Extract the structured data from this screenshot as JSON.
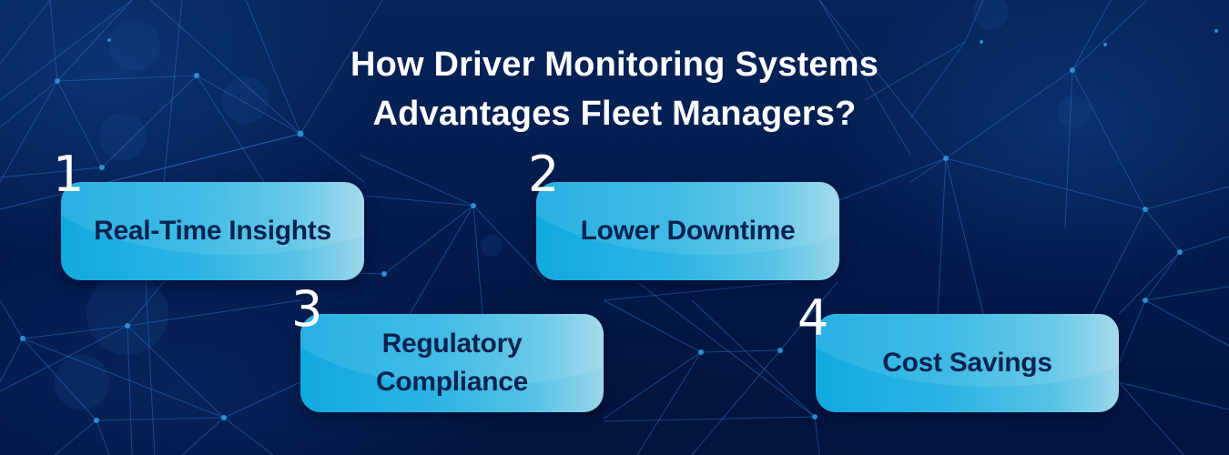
{
  "title": {
    "line1": "How Driver Monitoring Systems",
    "line2": "Advantages Fleet Managers?"
  },
  "colors": {
    "background": "#031a4b",
    "card_gradient_start": "#11a9df",
    "card_gradient_end": "#9bd6ea",
    "card_text": "#0b2350",
    "title_text": "#ffffff",
    "network_line": "#2a6fc2",
    "network_node": "#2a8fd0"
  },
  "items": [
    {
      "number": "1",
      "label": "Real-Time Insights"
    },
    {
      "number": "2",
      "label": "Lower Downtime"
    },
    {
      "number": "3",
      "label_line1": "Regulatory",
      "label_line2": "Compliance"
    },
    {
      "number": "4",
      "label": "Cost Savings"
    }
  ]
}
